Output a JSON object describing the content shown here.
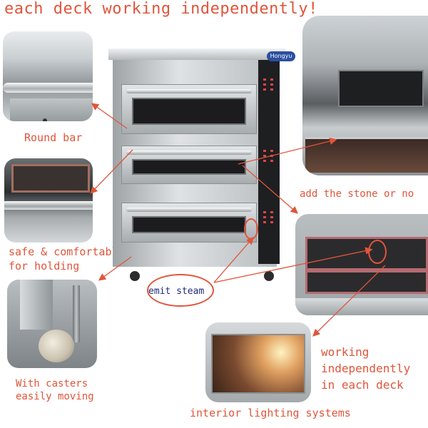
{
  "title": "each deck working independently!",
  "logo_text": "Hongyu",
  "labels": {
    "round_bar": "Round bar",
    "safe_line1": "safe & comfortable",
    "safe_line2": "for holding",
    "casters_line1": "With casters",
    "casters_line2": "easily moving",
    "emit_steam": "emit steam",
    "add_stone": "add the stone or no",
    "working_line1": "working",
    "working_line2": "independently",
    "working_line3": "in each deck",
    "interior_lighting": "interior lighting systems"
  },
  "colors": {
    "accent": "#e0553a",
    "steam_text": "#1f2a7a"
  }
}
